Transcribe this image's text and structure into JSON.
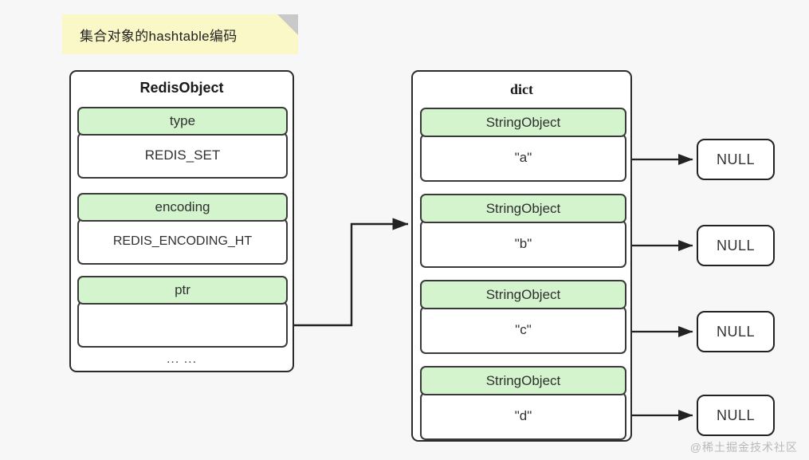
{
  "note": {
    "title": "集合对象的hashtable编码"
  },
  "redis_object": {
    "title": "RedisObject",
    "fields": [
      {
        "name": "type",
        "value": "REDIS_SET"
      },
      {
        "name": "encoding",
        "value": "REDIS_ENCODING_HT"
      },
      {
        "name": "ptr",
        "value": ""
      }
    ],
    "ellipsis": "... ..."
  },
  "dict": {
    "title": "dict",
    "entries": [
      {
        "type": "StringObject",
        "value": "\"a\"",
        "next": "NULL"
      },
      {
        "type": "StringObject",
        "value": "\"b\"",
        "next": "NULL"
      },
      {
        "type": "StringObject",
        "value": "\"c\"",
        "next": "NULL"
      },
      {
        "type": "StringObject",
        "value": "\"d\"",
        "next": "NULL"
      }
    ]
  },
  "colors": {
    "background": "#f7f7f7",
    "note": "#fbf8c8",
    "note_fold": "#c9c9c9",
    "field_header": "#d4f4cd",
    "stroke": "#2b2b2b"
  },
  "watermark": {
    "text": "@稀土掘金技术社区"
  }
}
